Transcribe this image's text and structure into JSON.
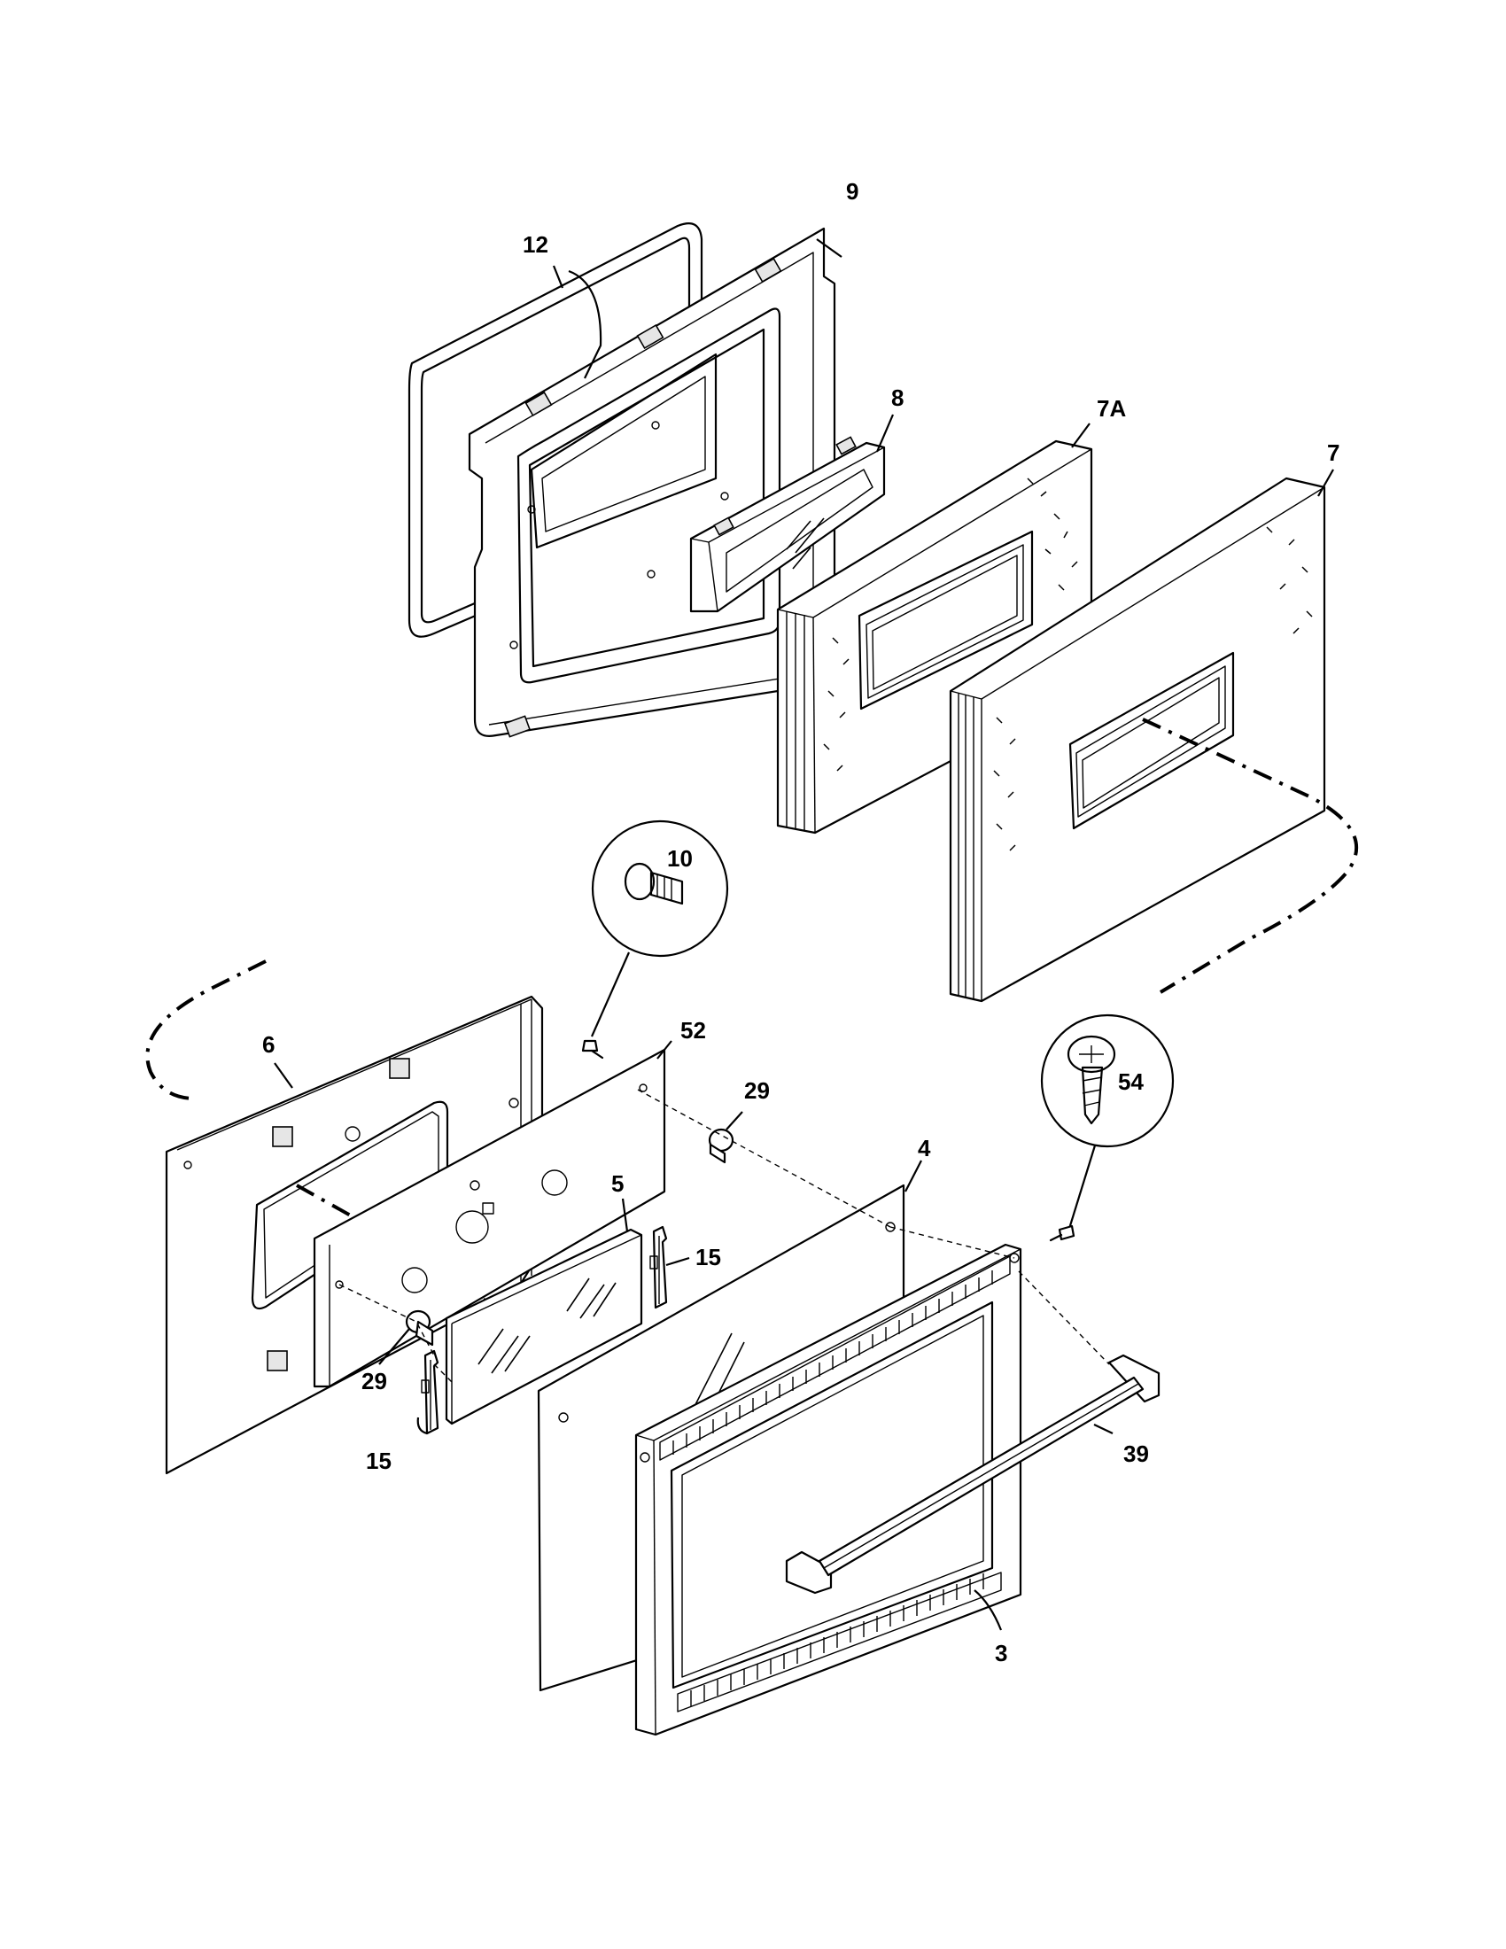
{
  "callouts": {
    "p12": "12",
    "p9": "9",
    "p8": "8",
    "p7a": "7A",
    "p7": "7",
    "p10": "10",
    "p52": "52",
    "p6": "6",
    "p29a": "29",
    "p54": "54",
    "p4": "4",
    "p5": "5",
    "p15a": "15",
    "p29b": "29",
    "p15b": "15",
    "p39": "39",
    "p3": "3"
  }
}
